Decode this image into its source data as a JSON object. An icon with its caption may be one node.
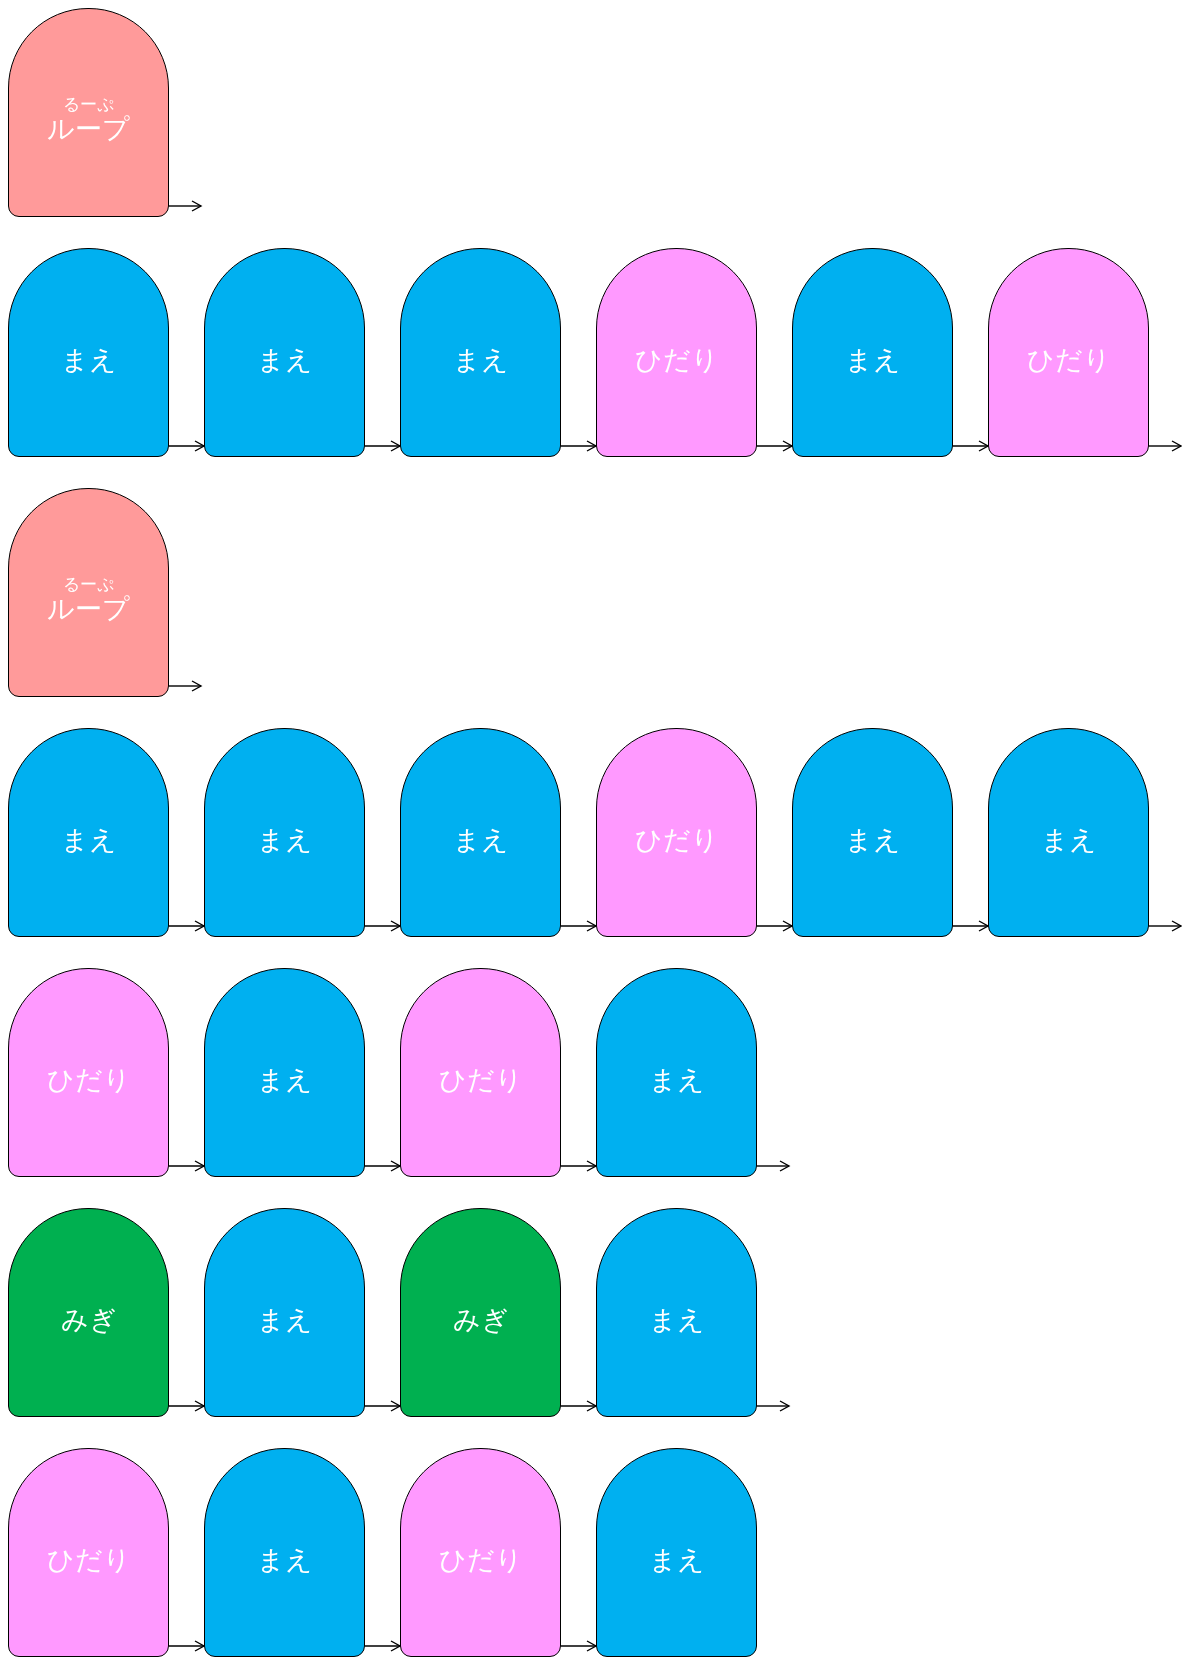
{
  "diagram": {
    "nodes": [
      {
        "text": [
          "るーぷ",
          "ループ"
        ]
      },
      {
        "text": [
          "まえ"
        ]
      },
      {
        "text": [
          "まえ"
        ]
      },
      {
        "text": [
          "まえ"
        ]
      },
      {
        "text": [
          "ひだり"
        ]
      },
      {
        "text": [
          "まえ"
        ]
      },
      {
        "text": [
          "ひだり"
        ]
      },
      {
        "text": [
          "るーぷ",
          "ループ"
        ]
      },
      {
        "text": [
          "まえ"
        ]
      },
      {
        "text": [
          "まえ"
        ]
      },
      {
        "text": [
          "まえ"
        ]
      },
      {
        "text": [
          "ひだり"
        ]
      },
      {
        "text": [
          "まえ"
        ]
      },
      {
        "text": [
          "まえ"
        ]
      },
      {
        "text": [
          "ひだり"
        ]
      },
      {
        "text": [
          "まえ"
        ]
      },
      {
        "text": [
          "ひだり"
        ]
      },
      {
        "text": [
          "まえ"
        ]
      },
      {
        "text": [
          "みぎ"
        ]
      },
      {
        "text": [
          "まえ"
        ]
      },
      {
        "text": [
          "みぎ"
        ]
      },
      {
        "text": [
          "まえ"
        ]
      },
      {
        "text": [
          "ひだり"
        ]
      },
      {
        "text": [
          "まえ"
        ]
      },
      {
        "text": [
          "ひだり"
        ]
      },
      {
        "text": [
          "まえ"
        ]
      }
    ],
    "edges": [
      {
        "from": 0,
        "to": null,
        "arrow": "to"
      },
      {
        "from": 1,
        "to": 2,
        "arrow": "to"
      },
      {
        "from": 2,
        "to": 3,
        "arrow": "to"
      },
      {
        "from": 3,
        "to": 4,
        "arrow": "to"
      },
      {
        "from": 4,
        "to": 5,
        "arrow": "to"
      },
      {
        "from": 5,
        "to": 6,
        "arrow": "to"
      },
      {
        "from": 6,
        "to": null,
        "arrow": "to"
      },
      {
        "from": 7,
        "to": null,
        "arrow": "to"
      },
      {
        "from": 8,
        "to": 9,
        "arrow": "to"
      },
      {
        "from": 9,
        "to": 10,
        "arrow": "to"
      },
      {
        "from": 10,
        "to": 11,
        "arrow": "to"
      },
      {
        "from": 11,
        "to": 12,
        "arrow": "to"
      },
      {
        "from": 12,
        "to": 13,
        "arrow": "to"
      },
      {
        "from": 13,
        "to": null,
        "arrow": "to"
      },
      {
        "from": 14,
        "to": 15,
        "arrow": "to"
      },
      {
        "from": 15,
        "to": 16,
        "arrow": "to"
      },
      {
        "from": 16,
        "to": 17,
        "arrow": "to"
      },
      {
        "from": 17,
        "to": null,
        "arrow": "to"
      },
      {
        "from": 18,
        "to": 19,
        "arrow": "to"
      },
      {
        "from": 19,
        "to": 20,
        "arrow": "to"
      },
      {
        "from": 20,
        "to": 21,
        "arrow": "to"
      },
      {
        "from": 21,
        "to": null,
        "arrow": "to"
      },
      {
        "from": 22,
        "to": 23,
        "arrow": "to"
      },
      {
        "from": 23,
        "to": 24,
        "arrow": "to"
      },
      {
        "from": 24,
        "to": 25,
        "arrow": "to"
      }
    ]
  }
}
